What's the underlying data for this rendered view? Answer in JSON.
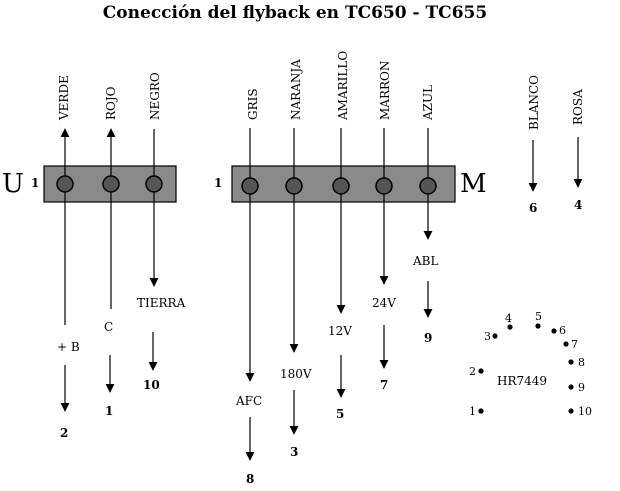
{
  "title": "Conección del flyback en TC650 - TC655",
  "connector_u": {
    "letter": "U",
    "first_pin": "1",
    "wires": [
      "VERDE",
      "ROJO",
      "NEGRO"
    ],
    "functions": [
      "+ B",
      "C",
      "TIERRA"
    ],
    "pins": [
      "2",
      "1",
      "10"
    ]
  },
  "connector_m": {
    "letter": "M",
    "first_pin": "1",
    "wires": [
      "GRIS",
      "NARANJA",
      "AMARILLO",
      "MARRON",
      "AZUL"
    ],
    "functions": [
      "AFC",
      "180V",
      "12V",
      "24V",
      "ABL"
    ],
    "pins": [
      "8",
      "3",
      "5",
      "7",
      "9"
    ]
  },
  "loose_wires": {
    "names": [
      "BLANCO",
      "ROSA"
    ],
    "pins": [
      "6",
      "4"
    ]
  },
  "hr_part": {
    "label": "HR7449",
    "pins": [
      "1",
      "2",
      "3",
      "4",
      "5",
      "6",
      "7",
      "8",
      "9",
      "10"
    ]
  }
}
